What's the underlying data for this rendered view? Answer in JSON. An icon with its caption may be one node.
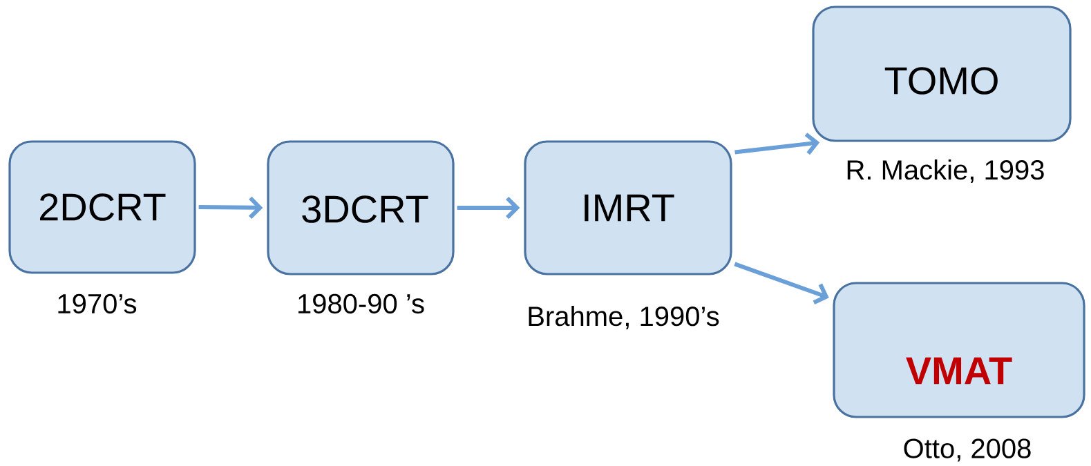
{
  "diagram": {
    "nodes": [
      {
        "text": [
          "2DCRT"
        ],
        "beside": [
          "1970’s"
        ]
      },
      {
        "text": [
          "3DCRT"
        ],
        "beside": [
          "1980-90 ’s"
        ]
      },
      {
        "text": [
          "IMRT"
        ],
        "beside": [
          "Brahme, 1990’s"
        ]
      },
      {
        "text": [
          "TOMO"
        ],
        "beside": [
          "R. Mackie, 1993"
        ]
      },
      {
        "text": [
          "VMAT"
        ],
        "beside": [
          "Otto, 2008"
        ]
      }
    ],
    "edges": [
      {
        "from": 0,
        "to": 1,
        "arrow": "to"
      },
      {
        "from": 1,
        "to": 2,
        "arrow": "to"
      },
      {
        "from": 2,
        "to": 3,
        "arrow": "to"
      },
      {
        "from": 2,
        "to": 4,
        "arrow": "to",
        "color": "#6a9fd8"
      }
    ]
  }
}
